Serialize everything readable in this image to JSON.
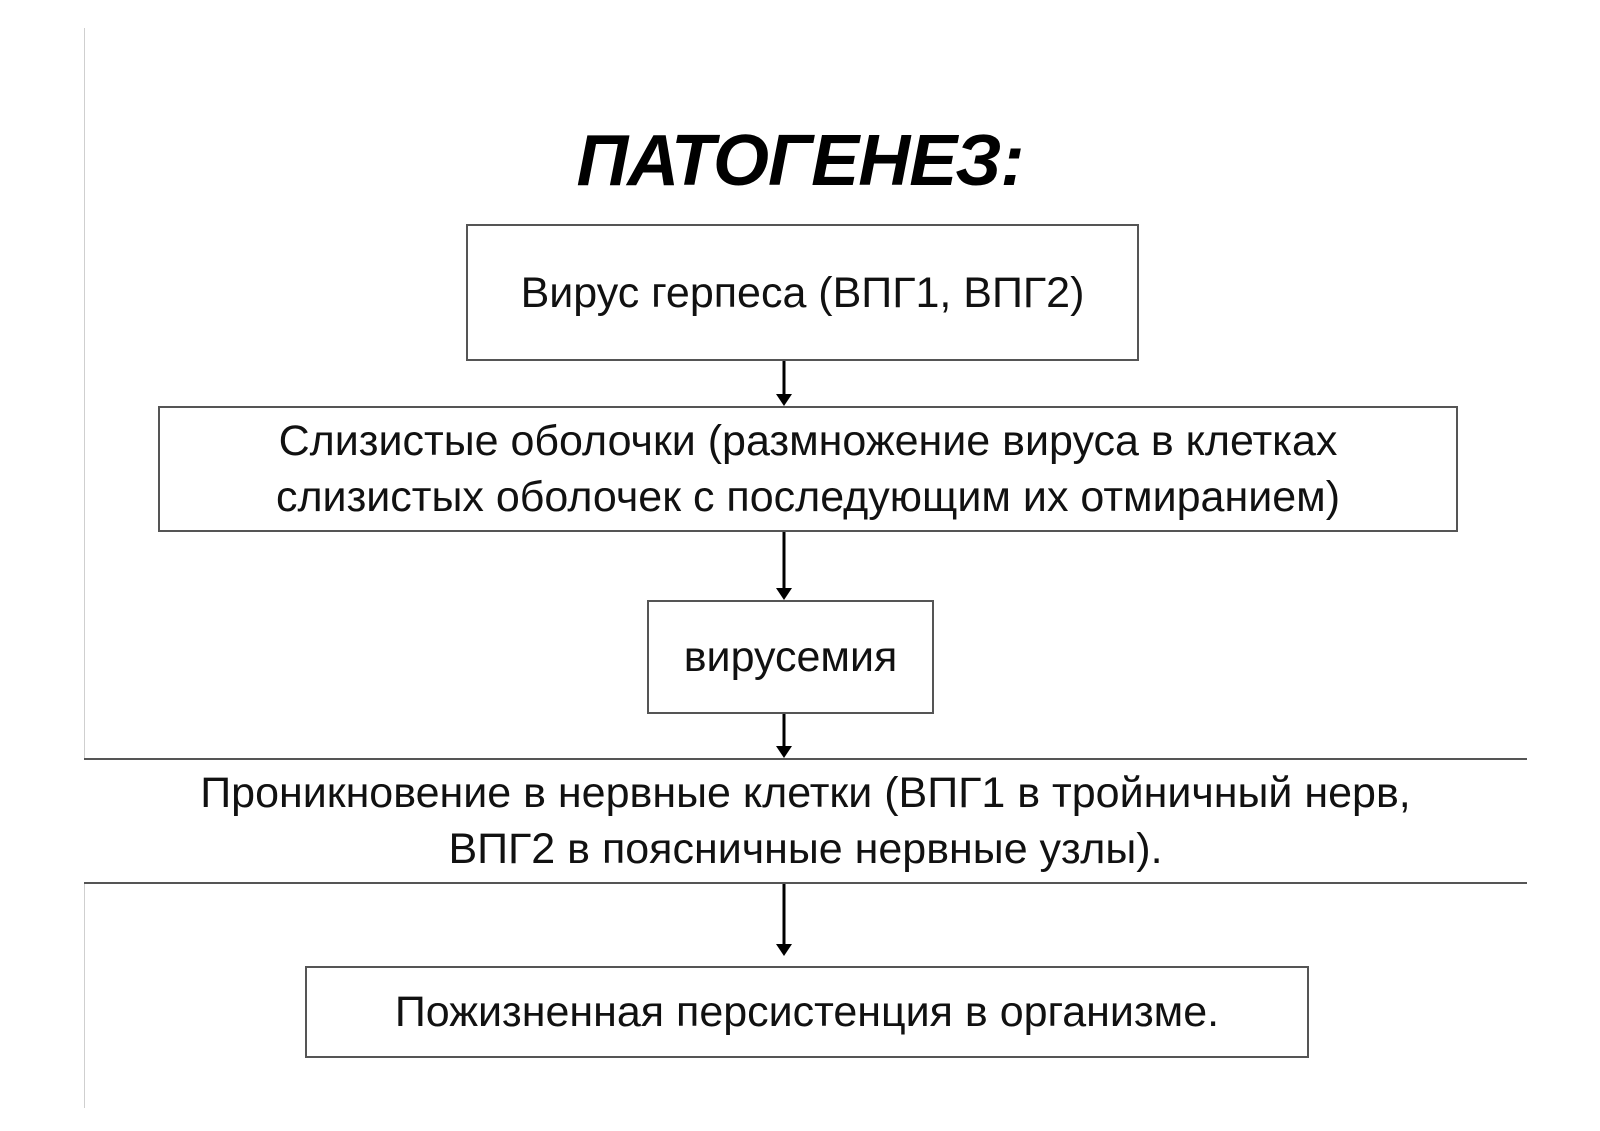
{
  "title": "ПАТОГЕНЕЗ:",
  "steps": [
    {
      "text": "Вирус герпеса (ВПГ1, ВПГ2)"
    },
    {
      "text": "Слизистые оболочки (размножение вируса в клетках\nслизистых оболочек с последующим их отмиранием)"
    },
    {
      "text": "вирусемия"
    },
    {
      "text": "Проникновение в нервные клетки (ВПГ1 в тройничный нерв,\nВПГ2 в поясничные нервные узлы)."
    },
    {
      "text": "Пожизненная персистенция в организме."
    }
  ],
  "colors": {
    "text": "#111111",
    "border": "#555555",
    "arrow": "#000000"
  }
}
